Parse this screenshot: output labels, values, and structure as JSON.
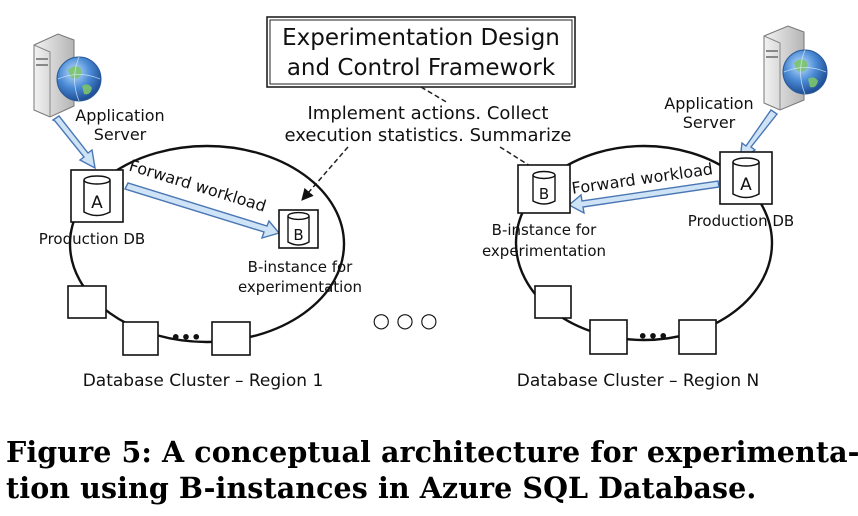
{
  "framework": {
    "line1": "Experimentation Design",
    "line2": "and Control Framework"
  },
  "actions": {
    "line1": "Implement actions. Collect",
    "line2": "execution statistics. Summarize"
  },
  "left": {
    "server_line1": "Application",
    "server_line2": "Server",
    "prod_label": "Production DB",
    "prod_letter": "A",
    "forward_label": "Forward workload",
    "b_letter": "B",
    "b_label_line1": "B-instance for",
    "b_label_line2": "experimentation",
    "more_dots": "•••",
    "cluster_label": "Database Cluster – Region 1"
  },
  "right": {
    "server_line1": "Application",
    "server_line2": "Server",
    "prod_label": "Production DB",
    "prod_letter": "A",
    "forward_label": "Forward workload",
    "b_letter": "B",
    "b_label_line1": "B-instance for",
    "b_label_line2": "experimentation",
    "more_dots": "•••",
    "cluster_label": "Database Cluster – Region N"
  },
  "ellipsis": "○  ○  ○",
  "caption": {
    "line1": "Figure 5: A conceptual architecture for experimenta-",
    "line2": "tion using B-instances in Azure SQL Database."
  },
  "colors": {
    "arrow_fill": "#cfe3f6",
    "arrow_stroke": "#4a77b4",
    "server_body": "#d8d8d8",
    "globe": "#3b78c4"
  }
}
